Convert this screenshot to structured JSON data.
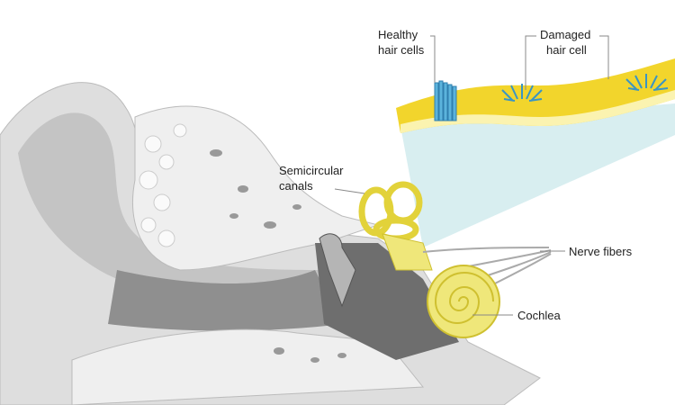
{
  "labels": {
    "healthy_line1": "Healthy",
    "healthy_line2": "hair cells",
    "damaged_line1": "Damaged",
    "damaged_line2": "hair cell",
    "semicircular_line1": "Semicircular",
    "semicircular_line2": "canals",
    "nerve_fibers": "Nerve fibers",
    "cochlea": "Cochlea"
  },
  "colors": {
    "membrane": "#f2d52c",
    "membrane_edge": "#fbf3b0",
    "hair_cells": "#4aa6d0",
    "funnel": "#d4ecee",
    "inner_ear": "#efe77a",
    "bone": "#e9e9e9",
    "canal": "#8a8a8a"
  }
}
